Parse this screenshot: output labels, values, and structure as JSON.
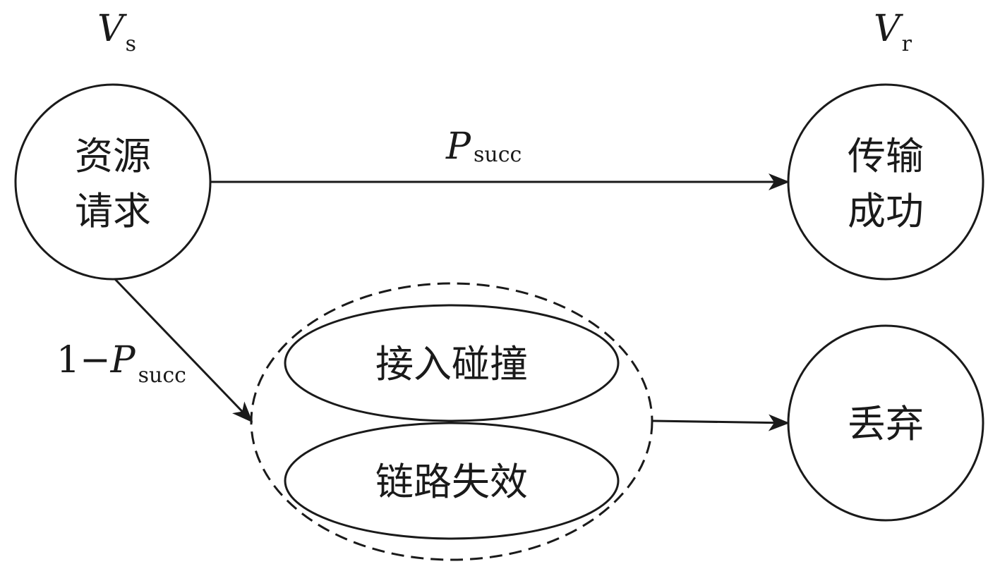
{
  "nodes": {
    "request": {
      "line1": "资源",
      "line2": "请求"
    },
    "success": {
      "line1": "传输",
      "line2": "成功"
    },
    "discard": {
      "label": "丢弃"
    },
    "collision": {
      "label": "接入碰撞"
    },
    "link_failure": {
      "label": "链路失效"
    }
  },
  "state_labels": {
    "vs": {
      "main": "V",
      "sub": "s"
    },
    "vr": {
      "main": "V",
      "sub": "r"
    }
  },
  "edges": {
    "success": {
      "main": "P",
      "sub": "succ"
    },
    "failure": {
      "prefix": "1−",
      "main": "P",
      "sub": "succ"
    }
  }
}
